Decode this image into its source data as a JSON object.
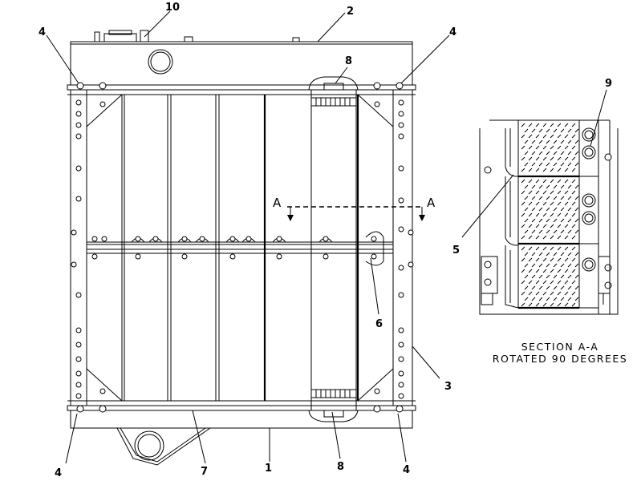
{
  "callouts": {
    "c1": "1",
    "c2": "2",
    "c3": "3",
    "c4a": "4",
    "c4b": "4",
    "c4c": "4",
    "c4d": "4",
    "c5": "5",
    "c6": "6",
    "c7": "7",
    "c8a": "8",
    "c8b": "8",
    "c9": "9",
    "c10": "10"
  },
  "section_marks": {
    "left": "A",
    "right": "A"
  },
  "section_caption": {
    "line1": "SECTION A-A",
    "line2": "ROTATED 90 DEGREES"
  }
}
